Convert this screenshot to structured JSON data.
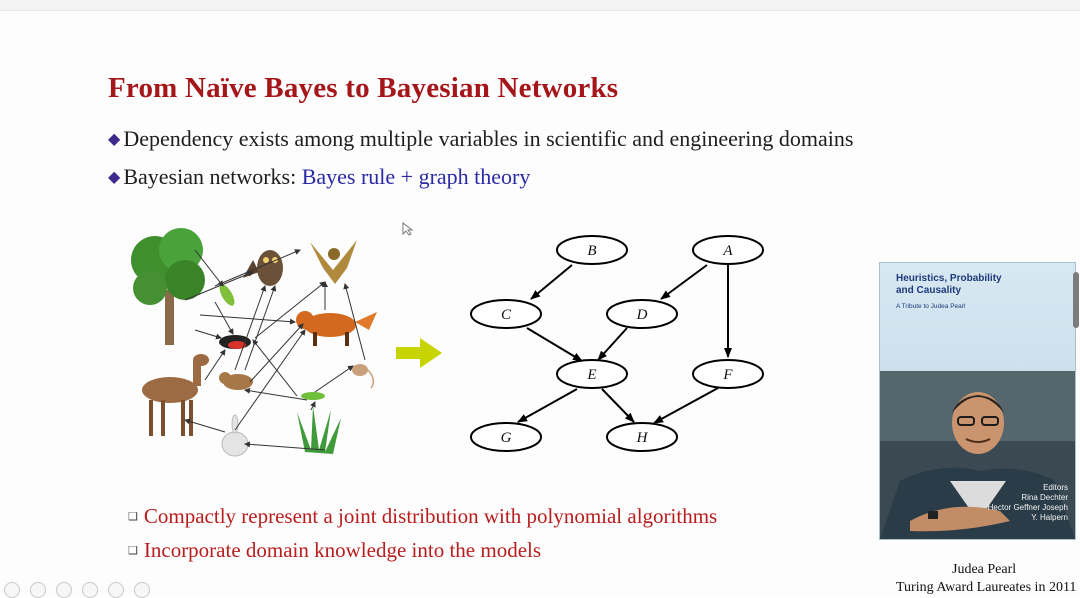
{
  "slide": {
    "title": "From Naïve Bayes to Bayesian Networks",
    "bullets": {
      "b1": "Dependency exists among multiple variables in scientific and engineering domains",
      "b2_prefix": "Bayesian networks: ",
      "b2_highlight": "Bayes rule + graph theory"
    },
    "sub_bullets": [
      "Compactly represent a joint distribution with polynomial algorithms",
      "Incorporate domain knowledge into the models"
    ]
  },
  "network": {
    "nodes": [
      "B",
      "A",
      "C",
      "D",
      "E",
      "F",
      "G",
      "H"
    ],
    "edges": [
      [
        "B",
        "C"
      ],
      [
        "A",
        "D"
      ],
      [
        "A",
        "F"
      ],
      [
        "C",
        "E"
      ],
      [
        "D",
        "E"
      ],
      [
        "E",
        "G"
      ],
      [
        "E",
        "H"
      ],
      [
        "F",
        "H"
      ]
    ]
  },
  "book": {
    "title_line1": "Heuristics, Probability",
    "title_line2": "and Causality",
    "subtitle": "A Tribute to Judea Pearl",
    "editors": [
      "Editors",
      "Rina Dechter",
      "Hector Geffner Joseph",
      "Y. Halpern"
    ]
  },
  "caption": {
    "name": "Judea Pearl",
    "award": "Turing Award Laureates in 2011"
  },
  "colors": {
    "title": "#a4161a",
    "highlight": "#2a2aa8",
    "sub_bullet": "#b81c1c",
    "arrow": "#c8d400"
  },
  "icons": [
    "diamond-bullet-icon",
    "square-bullet-icon",
    "right-arrow-icon",
    "tree-icon",
    "owl-icon",
    "eagle-icon",
    "fox-icon",
    "deer-icon",
    "rabbit-icon",
    "grass-icon",
    "bird-icon",
    "chipmunk-icon",
    "mouse-icon",
    "grasshopper-icon",
    "mouse-cursor-icon"
  ]
}
